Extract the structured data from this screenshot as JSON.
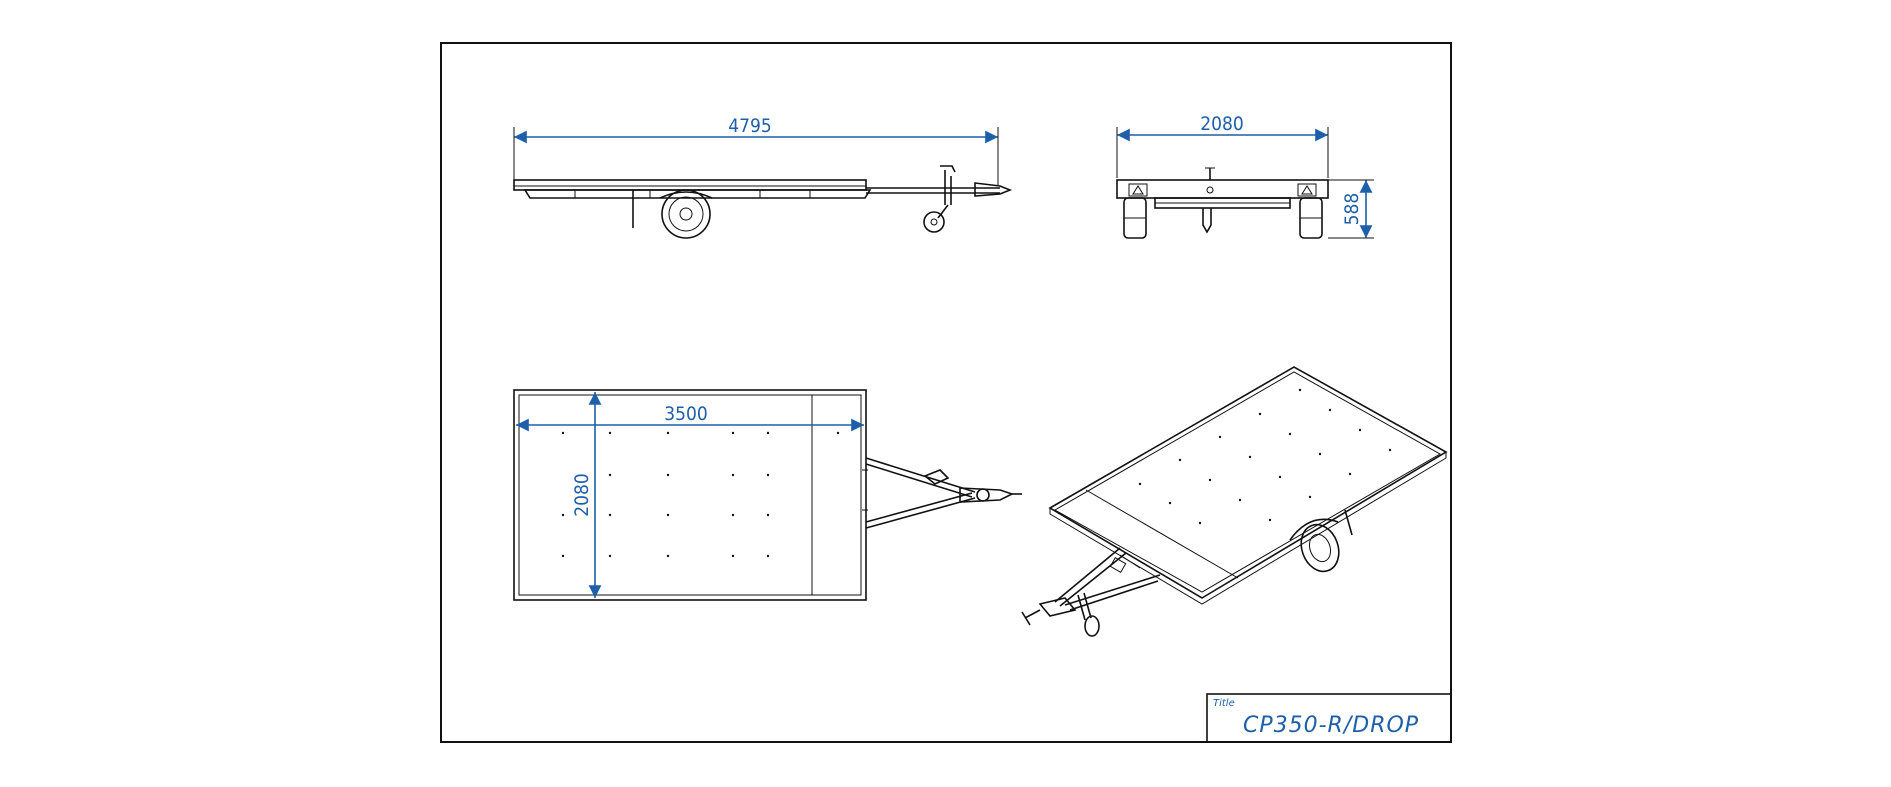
{
  "drawing": {
    "side_view": {
      "length_label": "4795"
    },
    "front_view": {
      "width_label": "2080",
      "height_label": "588"
    },
    "top_view": {
      "length_label": "3500",
      "width_label": "2080"
    },
    "iso_view": {}
  },
  "title_block": {
    "caption": "Title",
    "title": "CP350-R/DROP"
  },
  "colors": {
    "dimension": "#1d5fa8",
    "line": "#111111",
    "background": "#ffffff"
  }
}
